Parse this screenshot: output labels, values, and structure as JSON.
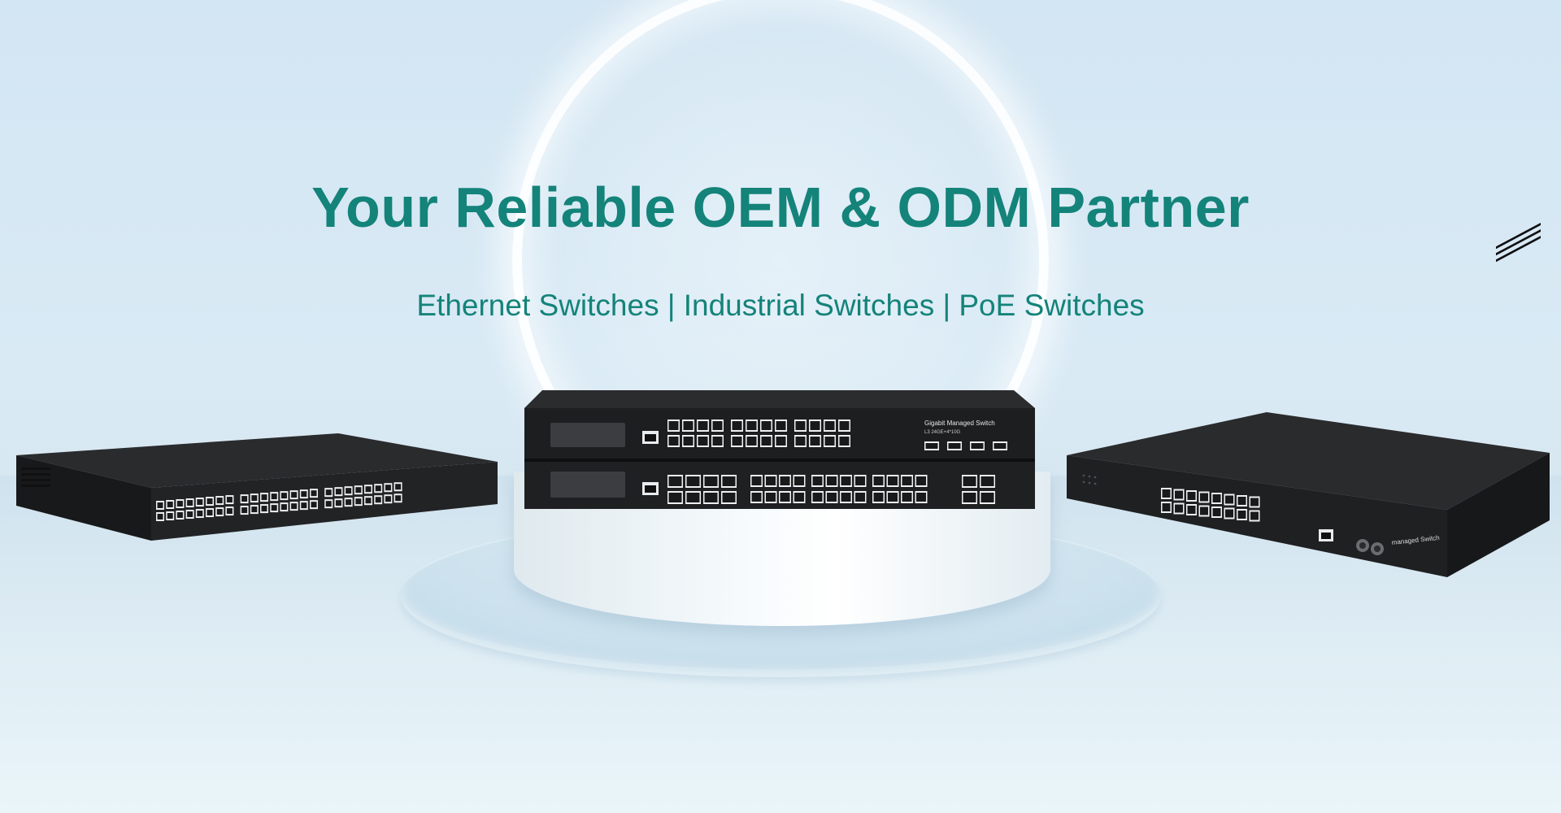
{
  "banner": {
    "headline": "Your Reliable OEM & ODM Partner",
    "subline": "Ethernet Switches | Industrial Switches | PoE Switches"
  },
  "products": {
    "center_top_label": "Gigabit Managed Switch",
    "center_top_model": "L3 24GE+4*10G",
    "right_label": "managed Switch"
  },
  "colors": {
    "accent_teal": "#14837a",
    "device_black": "#1f2022",
    "background_blue": "#d6e8f4"
  }
}
